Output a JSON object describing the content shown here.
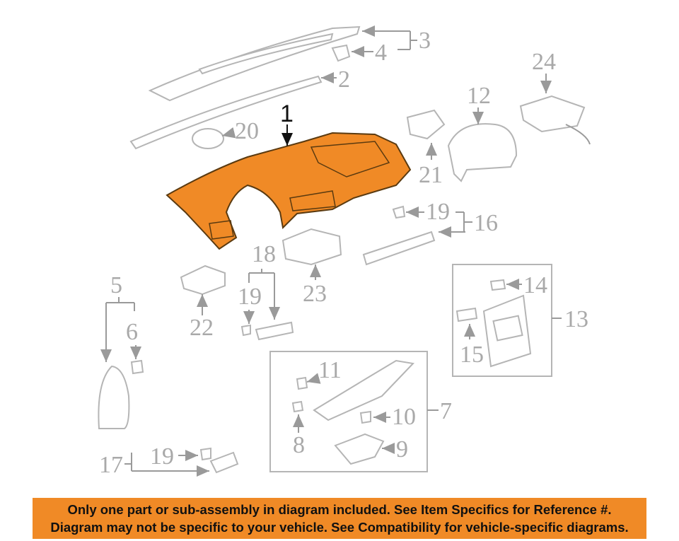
{
  "diagram": {
    "highlight_color": "#f08a26",
    "main_callout": "1",
    "callouts": {
      "c2": "2",
      "c3": "3",
      "c4": "4",
      "c5": "5",
      "c6": "6",
      "c7": "7",
      "c8": "8",
      "c9": "9",
      "c10": "10",
      "c11": "11",
      "c12": "12",
      "c13": "13",
      "c14": "14",
      "c15": "15",
      "c16": "16",
      "c17": "17",
      "c18": "18",
      "c19a": "19",
      "c19b": "19",
      "c19c": "19",
      "c20": "20",
      "c21": "21",
      "c22": "22",
      "c23": "23",
      "c24": "24"
    }
  },
  "disclaimer": {
    "line1": "Only one part or sub-assembly in diagram included. See Item Specifics for Reference #.",
    "line2": "Diagram may not be specific to your vehicle. See Compatibility for vehicle-specific diagrams.",
    "background": "#f08a26"
  }
}
